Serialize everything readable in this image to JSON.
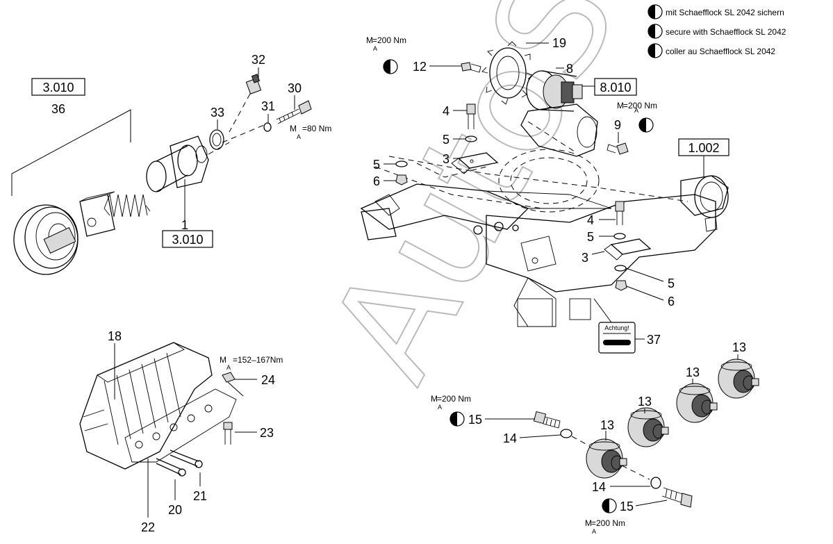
{
  "legend": [
    {
      "text": "mit Schaefflock SL 2042 sichern"
    },
    {
      "text": "secure with Schaefflock SL 2042"
    },
    {
      "text": "coller au Schaefflock SL 2042"
    }
  ],
  "refs": {
    "r3010a": "3.010",
    "r3010b": "3.010",
    "r8010": "8.010",
    "r1002": "1.002"
  },
  "labels": {
    "n36": "36",
    "n1": "1",
    "n32": "32",
    "n33": "33",
    "n31": "31",
    "n30": "30",
    "n19": "19",
    "n12": "12",
    "n8": "8",
    "n4a": "4",
    "n5a": "5",
    "n3a": "3",
    "n5b": "5",
    "n6a": "6",
    "n9": "9",
    "n4b": "4",
    "n5c": "5",
    "n3b": "3",
    "n5d": "5",
    "n6b": "6",
    "n37": "37",
    "n18": "18",
    "n24": "24",
    "n23": "23",
    "n20": "20",
    "n21": "21",
    "n22": "22",
    "n13a": "13",
    "n13b": "13",
    "n13c": "13",
    "n13d": "13",
    "n13e": "13",
    "n15a": "15",
    "n14a": "14",
    "n14b": "14",
    "n15b": "15"
  },
  "torques": {
    "t12": {
      "main": "M",
      "sub": "A",
      "value": "=200 Nm"
    },
    "t9": {
      "main": "M",
      "sub": "A",
      "value": "=200 Nm"
    },
    "t30": {
      "main": "M",
      "sub": "A",
      "value": "=80 Nm"
    },
    "t24": {
      "main": "M",
      "sub": "A",
      "value": "=152–167Nm"
    },
    "t15a": {
      "main": "M",
      "sub": "A",
      "value": "=200 Nm"
    },
    "t15b": {
      "main": "M",
      "sub": "A",
      "value": "=200 Nm"
    }
  },
  "plate": {
    "title": "Achtung!"
  },
  "watermark": "AutoSoft",
  "icons": {
    "lock": "half-filled-circle-icon"
  }
}
